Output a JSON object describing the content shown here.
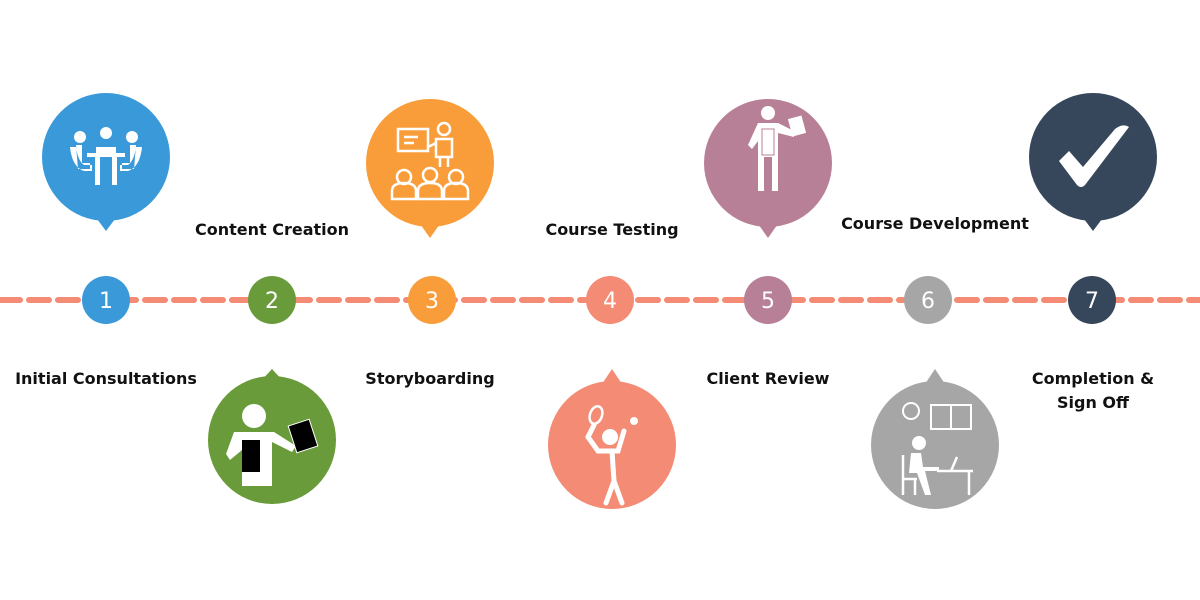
{
  "line_color": "#f48b74",
  "steps": [
    {
      "number": "1",
      "label": "Initial Consultations",
      "color": "#3a99d8",
      "icon": "meeting-table-icon"
    },
    {
      "number": "2",
      "label": "Content Creation",
      "color": "#6a9b3a",
      "icon": "presenter-document-icon"
    },
    {
      "number": "3",
      "label": "Storyboarding",
      "color": "#f99d3a",
      "icon": "presentation-audience-icon"
    },
    {
      "number": "4",
      "label": "Course Testing",
      "color": "#f48b74",
      "icon": "tennis-player-icon"
    },
    {
      "number": "5",
      "label": "Client Review",
      "color": "#b88096",
      "icon": "reviewer-document-icon"
    },
    {
      "number": "6",
      "label": "Course Development",
      "color": "#a6a6a6",
      "icon": "person-at-desk-icon"
    },
    {
      "number": "7",
      "label": "Completion & Sign Off",
      "color": "#36475c",
      "icon": "checkmark-icon"
    }
  ]
}
